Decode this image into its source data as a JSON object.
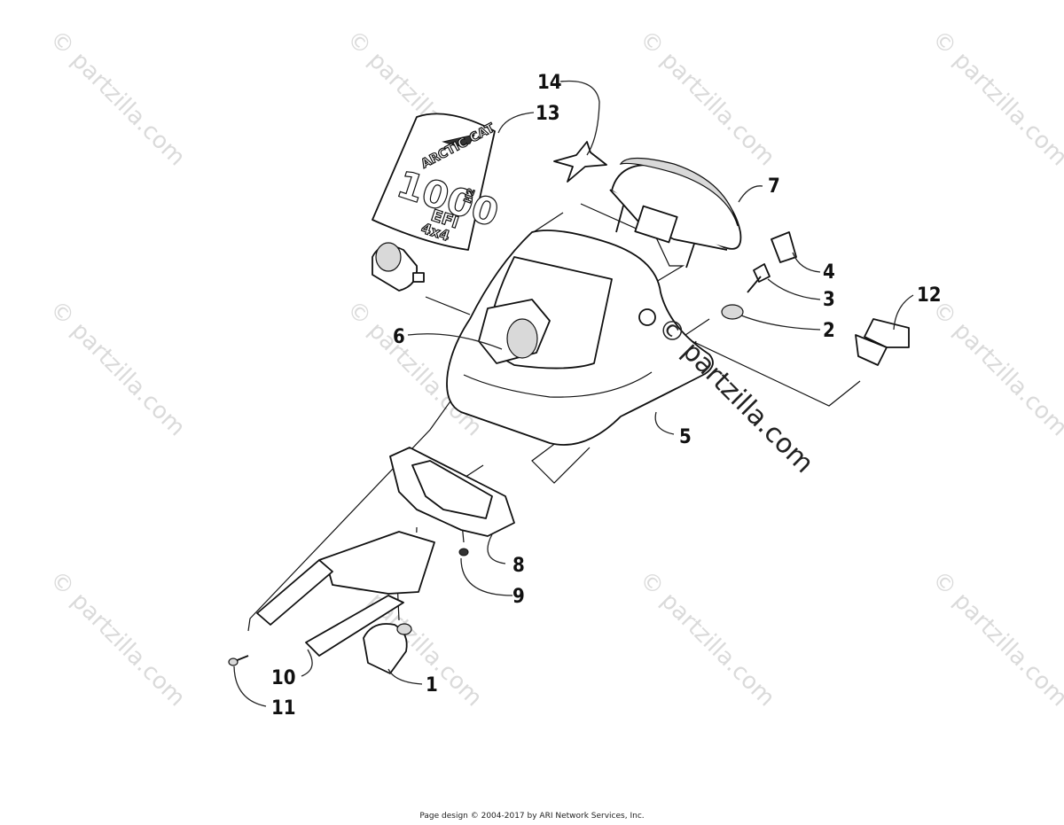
{
  "watermark": "© partzilla.com",
  "decal_text": {
    "brand": "ARCTIC CAT",
    "model": "1000",
    "suffix": "H2",
    "efi": "EFI",
    "drive": "4x4"
  },
  "callouts": [
    "1",
    "2",
    "3",
    "4",
    "5",
    "6",
    "7",
    "8",
    "9",
    "10",
    "11",
    "12",
    "13",
    "14"
  ],
  "footer": "Page design © 2004-2017 by ARI Network Services, Inc."
}
